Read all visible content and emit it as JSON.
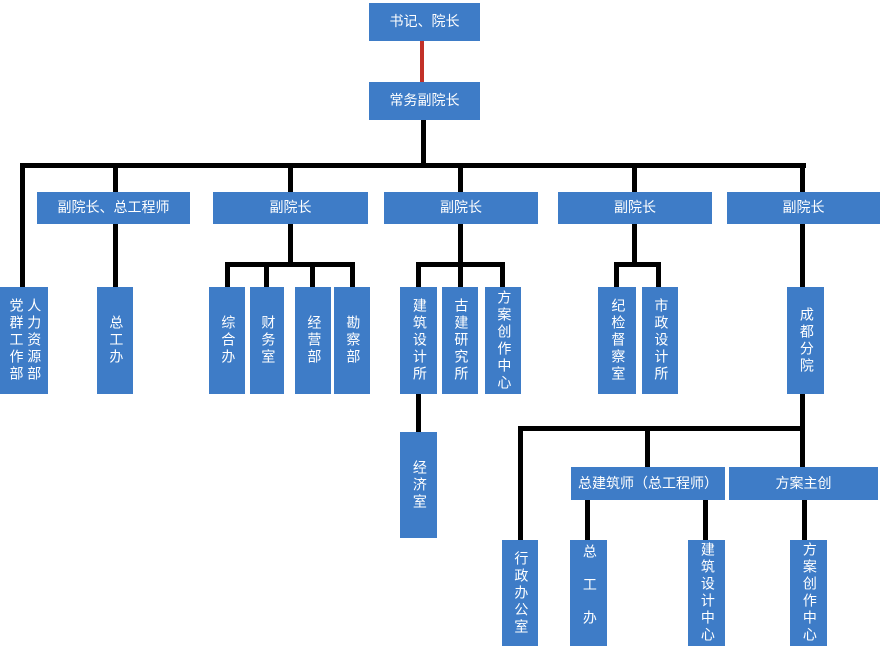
{
  "colors": {
    "node_fill": "#3e7cc7",
    "node_text": "#ffffff",
    "line": "#000000",
    "dean_exec_line": "#c23128"
  },
  "nodes": {
    "dean": "书记、院长",
    "exec_vice_dean": "常务副院长",
    "vice_dean_chief_engineer": "副院长、总工程师",
    "vice_dean_1": "副院长",
    "vice_dean_2": "副院长",
    "vice_dean_3": "副院长",
    "vice_dean_4": "副院长",
    "party_mass_dept": "党群工作部",
    "hr_dept": "人力资源部",
    "chief_engineer_office": "总工办",
    "general_office": "综合办",
    "finance_office": "财务室",
    "operations_dept": "经营部",
    "survey_dept": "勘察部",
    "architecture_design_institute": "建筑设计所",
    "ancient_architecture_institute": "古建研究所",
    "scheme_creation_center": "方案创作中心",
    "economy_office": "经济室",
    "discipline_inspection_office": "纪检督察室",
    "municipal_design_institute": "市政设计所",
    "chengdu_branch": "成都分院",
    "chief_architect": "总建筑师（总工程师）",
    "scheme_lead": "方案主创",
    "admin_office": "行政办公室",
    "branch_chief_engineer_office": "总工办",
    "architecture_design_center": "建筑设计中心",
    "branch_scheme_creation_center": "方案创作中心"
  },
  "hierarchy": {
    "dean": [
      "exec_vice_dean"
    ],
    "exec_vice_dean": [
      "party_mass_dept+hr_dept",
      "vice_dean_chief_engineer",
      "vice_dean_1",
      "vice_dean_2",
      "vice_dean_3",
      "vice_dean_4"
    ],
    "vice_dean_chief_engineer": [
      "chief_engineer_office"
    ],
    "vice_dean_1": [
      "general_office",
      "finance_office",
      "operations_dept",
      "survey_dept"
    ],
    "vice_dean_2": [
      "architecture_design_institute",
      "ancient_architecture_institute",
      "scheme_creation_center"
    ],
    "architecture_design_institute": [
      "economy_office"
    ],
    "vice_dean_3": [
      "discipline_inspection_office",
      "municipal_design_institute"
    ],
    "vice_dean_4": [
      "chengdu_branch"
    ],
    "chengdu_branch": [
      "admin_office",
      "chief_architect",
      "scheme_lead"
    ],
    "chief_architect": [
      "branch_chief_engineer_office",
      "architecture_design_center"
    ],
    "scheme_lead": [
      "branch_scheme_creation_center"
    ]
  }
}
